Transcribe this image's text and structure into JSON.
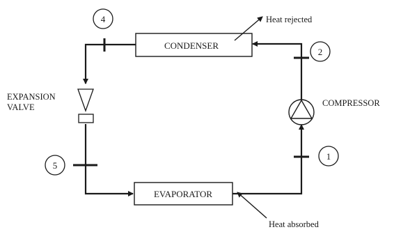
{
  "components": {
    "condenser": "CONDENSER",
    "evaporator": "EVAPORATOR",
    "compressor": "COMPRESSOR",
    "expansion_valve_line1": "EXPANSION",
    "expansion_valve_line2": "VALVE"
  },
  "states": {
    "s1": "1",
    "s2": "2",
    "s4": "4",
    "s5": "5"
  },
  "heat": {
    "rejected": "Heat rejected",
    "absorbed": "Heat absorbed"
  },
  "colors": {
    "line": "#1a1a1a",
    "background": "#ffffff"
  }
}
